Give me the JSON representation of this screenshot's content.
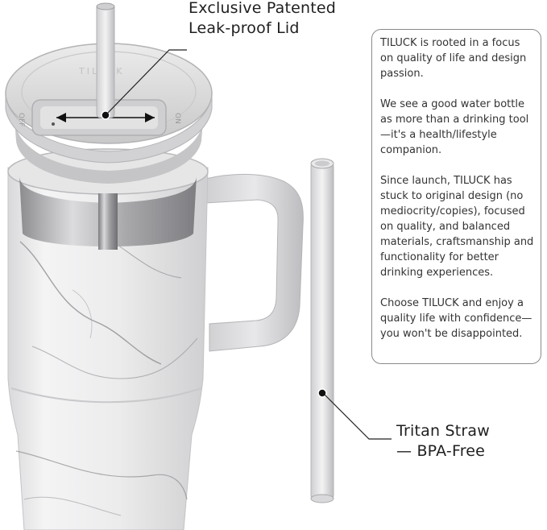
{
  "callouts": {
    "lid": {
      "line1": "Exclusive Patented",
      "line2": "Leak-proof Lid"
    },
    "straw": {
      "line1": "Tritan Straw",
      "line2": "— BPA-Free"
    }
  },
  "info_box": {
    "paragraphs": [
      "TILUCK is rooted in a focus on quality of life and design passion.",
      "We see a good water bottle as more than a drinking tool—it's a health/lifestyle companion.",
      "Since launch, TILUCK has stuck to original design (no mediocrity/copies), focused on quality, and balanced materials, craftsmanship and functionality for better drinking experiences.",
      "Choose TILUCK and enjoy a quality life with confidence—you won't be disappointed."
    ]
  },
  "lid_markings": {
    "left": "OFF",
    "right": "ON",
    "brand": "TILUCK"
  },
  "colors": {
    "tumbler": "#e9e9ea",
    "marble_vein": "#8d8d90",
    "lid": "#dedede",
    "steel": "#a9a9ab"
  }
}
